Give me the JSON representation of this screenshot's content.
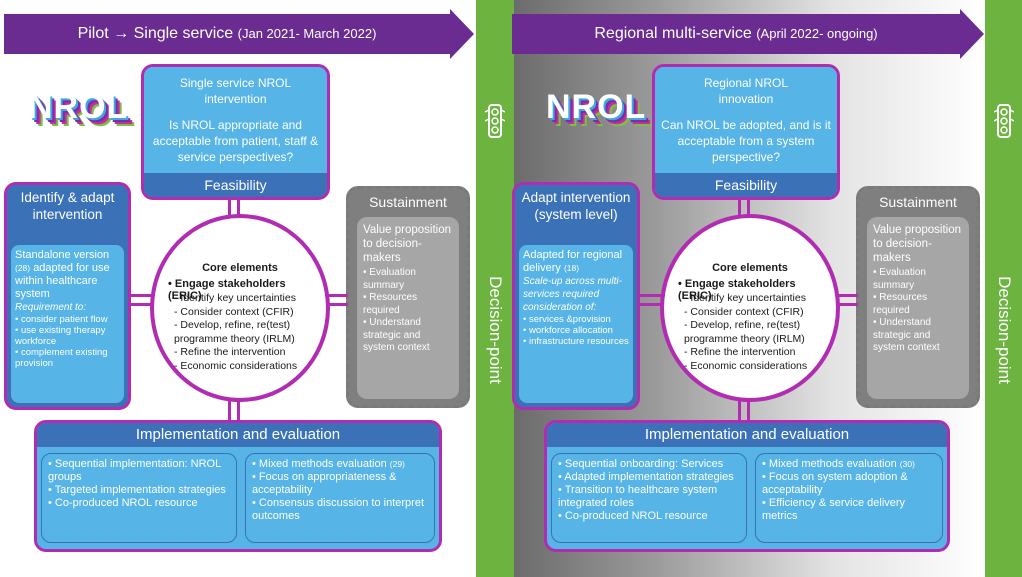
{
  "header": {
    "left_arrow": {
      "label": "Pilot  → Single service",
      "dates": "(Jan 2021- March 2022)"
    },
    "right_arrow": {
      "label": "Regional multi-service",
      "dates": "(April 2022- ongoing)"
    }
  },
  "decision_point": {
    "label": "Decision-point",
    "icon": "traffic-light-icon"
  },
  "logo": {
    "text": "NROL"
  },
  "left_panel": {
    "top_box": {
      "title_line1": "Single service NROL",
      "title_line2": "intervention",
      "question": "Is NROL appropriate and acceptable from patient, staff & service perspectives?",
      "footer": "Feasibility"
    },
    "left_box": {
      "title": "Identify & adapt intervention",
      "body_prefix": "Standalone version",
      "ref": "(28)",
      "body_suffix": "adapted for use within healthcare system",
      "requirement_label": "Requirement to:",
      "items": [
        "consider patient flow",
        "use existing therapy workforce",
        "complement existing provision"
      ]
    },
    "sustainment": {
      "title": "Sustainment",
      "intro": "Value proposition to decision-makers",
      "items": [
        "Evaluation summary",
        "Resources required",
        "Understand strategic and system context"
      ]
    },
    "core": {
      "title": "Core elements",
      "main": "• Engage stakeholders (ERIC)",
      "items": [
        "Identify key uncertainties",
        "Consider context (CFIR)",
        "Develop, refine, re(test) programme theory (IRLM)",
        "Refine the intervention",
        "Economic considerations"
      ]
    },
    "implementation": {
      "title": "Implementation and evaluation",
      "col1": [
        "Sequential implementation: NROL groups",
        "Targeted implementation strategies",
        "Co-produced NROL resource"
      ],
      "col2_first": "Mixed methods evaluation",
      "col2_first_ref": "(29)",
      "col2": [
        "Focus on appropriateness & acceptability",
        "Consensus discussion to interpret outcomes"
      ]
    }
  },
  "right_panel": {
    "top_box": {
      "title_line1": "Regional NROL",
      "title_line2": "innovation",
      "question": "Can NROL be adopted, and is it acceptable from a system perspective?",
      "footer": "Feasibility"
    },
    "left_box": {
      "title": "Adapt intervention (system level)",
      "body_prefix": "Adapted for regional delivery",
      "ref": "(18)",
      "italic": "Scale-up across multi-services required consideration of:",
      "items": [
        "services &provision",
        "workforce allocation",
        "infrastructure resources"
      ]
    },
    "sustainment": {
      "title": "Sustainment",
      "intro": "Value proposition to decision-makers",
      "items": [
        "Evaluation summary",
        "Resources required",
        "Understand strategic and system context"
      ]
    },
    "core": {
      "title": "Core elements",
      "main": "• Engage stakeholders (ERIC)",
      "items": [
        "Identify key uncertainties",
        "Consider context (CFIR)",
        "Develop, refine, re(test) programme theory (IRLM)",
        "Refine the intervention",
        "Economic considerations"
      ]
    },
    "implementation": {
      "title": "Implementation and evaluation",
      "col1": [
        "Sequential onboarding: Services",
        "Adapted implementation strategies",
        "Transition to healthcare system integrated roles",
        "Co-produced NROL resource"
      ],
      "col2_first": "Mixed methods evaluation",
      "col2_first_ref": "(30)",
      "col2": [
        "Focus on system adoption & acceptability",
        "Efficiency & service delivery metrics"
      ]
    }
  },
  "colors": {
    "purple_arrow": "#6a2c91",
    "magenta_border": "#b12cb1",
    "dark_blue": "#3b71b7",
    "light_blue": "#56b4e6",
    "green": "#6cb33f",
    "grey": "#7f7f7f"
  }
}
